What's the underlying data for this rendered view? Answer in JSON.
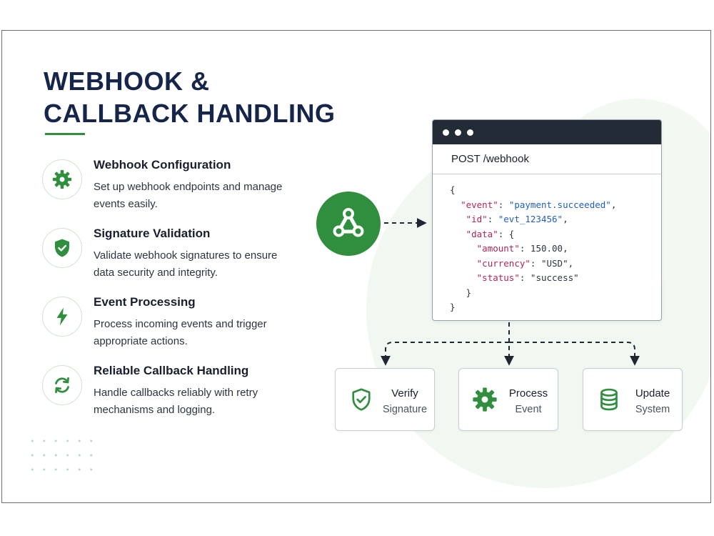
{
  "title": {
    "line1": "WEBHOOK &",
    "line2": "CALLBACK HANDLING"
  },
  "features": [
    {
      "icon": "gear-icon",
      "title": "Webhook Configuration",
      "description": "Set up webhook endpoints and manage events easily."
    },
    {
      "icon": "shield-check-icon",
      "title": "Signature Validation",
      "description": "Validate webhook signatures to ensure data security and integrity."
    },
    {
      "icon": "lightning-icon",
      "title": "Event Processing",
      "description": "Process incoming events and trigger appropriate actions."
    },
    {
      "icon": "refresh-icon",
      "title": "Reliable Callback Handling",
      "description": "Handle callbacks reliably with retry mechanisms and logging."
    }
  ],
  "request": {
    "title": "POST /webhook",
    "open_brace": "{",
    "close_brace": "}",
    "fields": {
      "event_key": "\"event\"",
      "event_value": "\"payment.succeeded\"",
      "id_key": "\"id\"",
      "id_value": "\"evt_123456\"",
      "data_key": "\"data\"",
      "amount_key": "\"amount\"",
      "amount_value": "150.00",
      "currency_key": "\"currency\"",
      "currency_value": "\"USD\"",
      "status_key": "\"status\"",
      "status_value": "\"success\""
    }
  },
  "steps": [
    {
      "icon": "shield-check-icon",
      "line1": "Verify",
      "line2": "Signature"
    },
    {
      "icon": "gear-icon",
      "line1": "Process",
      "line2": "Event"
    },
    {
      "icon": "database-icon",
      "line1": "Update",
      "line2": "System"
    }
  ],
  "colors": {
    "accent_green": "#2f8f3e",
    "title_navy": "#16254a",
    "window_bar": "#232b37",
    "json_key": "#b3245a",
    "json_string": "#1f5fbf"
  }
}
